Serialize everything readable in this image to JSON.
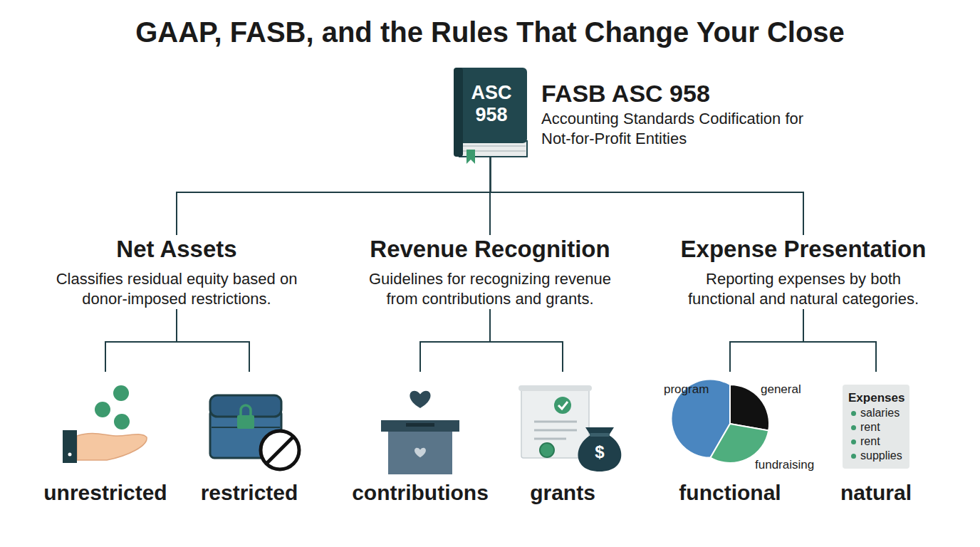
{
  "diagram": {
    "title": "GAAP, FASB, and the Rules That Change Your Close",
    "nodes": [
      {
        "text": [
          "ASC 958",
          "FASB ASC 958",
          "Accounting Standards Codification for Not-for-Profit Entities"
        ]
      },
      {
        "text": [
          "Net Assets",
          "Classifies residual equity based on donor-imposed restrictions."
        ]
      },
      {
        "text": [
          "Revenue Recognition",
          "Guidelines for recognizing revenue from contributions and grants."
        ]
      },
      {
        "text": [
          "Expense Presentation",
          "Reporting expenses by both functional and natural categories."
        ]
      },
      {
        "text": [
          "unrestricted"
        ]
      },
      {
        "text": [
          "restricted"
        ]
      },
      {
        "text": [
          "contributions"
        ]
      },
      {
        "text": [
          "grants"
        ]
      },
      {
        "text": [
          "functional"
        ]
      },
      {
        "text": [
          "natural"
        ]
      },
      {
        "text": [
          "Expenses",
          "salaries",
          "rent",
          "rent",
          "supplies"
        ],
        "in": 9
      }
    ],
    "edges": [
      {
        "from": 0,
        "to": 1,
        "arrow": "none"
      },
      {
        "from": 0,
        "to": 2,
        "arrow": "none"
      },
      {
        "from": 0,
        "to": 3,
        "arrow": "none"
      },
      {
        "from": 1,
        "to": 4,
        "arrow": "none"
      },
      {
        "from": 1,
        "to": 5,
        "arrow": "none"
      },
      {
        "from": 2,
        "to": 6,
        "arrow": "none"
      },
      {
        "from": 2,
        "to": 7,
        "arrow": "none"
      },
      {
        "from": 3,
        "to": 8,
        "arrow": "none"
      },
      {
        "from": 3,
        "to": 9,
        "arrow": "none"
      }
    ],
    "labels": [
      "program",
      "general",
      "fundraising",
      "$"
    ]
  }
}
